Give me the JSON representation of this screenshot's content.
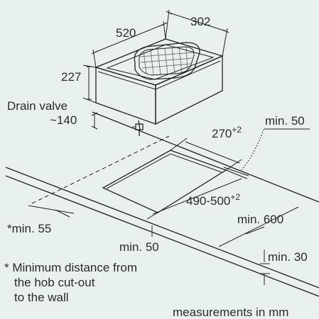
{
  "labels": {
    "width_top": "302",
    "depth_top": "520",
    "height": "227",
    "drain_valve": "Drain valve",
    "drain_offset": "~140",
    "min_50_right": "min. 50",
    "cutout_depth_base": "270",
    "cutout_depth_sup": "+2",
    "cutout_width_base": "490-500",
    "cutout_width_sup": "+2",
    "min_600": "min. 600",
    "min_55": "*min. 55",
    "min_50_front": "min. 50",
    "min_30": "min. 30",
    "footnote_line1": "* Minimum distance from",
    "footnote_line2": "the hob cut-out",
    "footnote_line3": "to the wall",
    "units_note": "measurements in mm"
  },
  "colors": {
    "background": "#e8f1ee",
    "line": "#222222",
    "text": "#2b2b2b"
  }
}
